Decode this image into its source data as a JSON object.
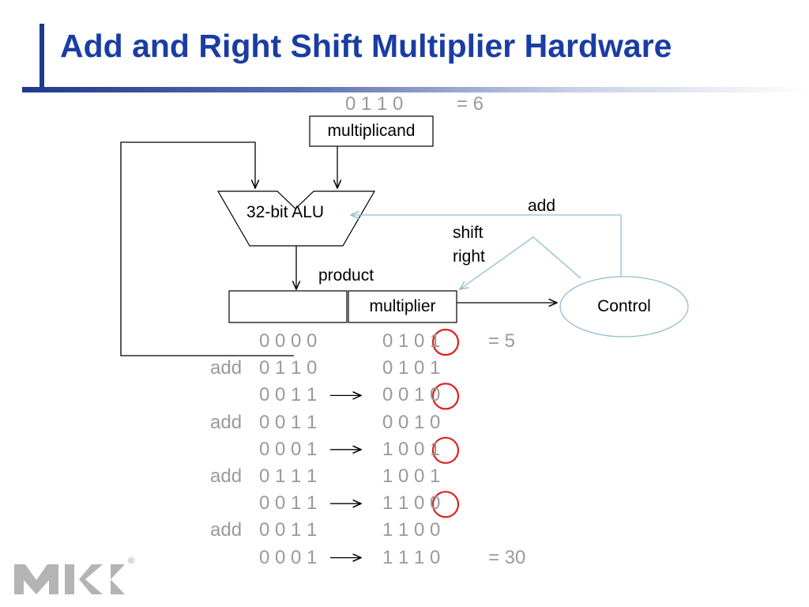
{
  "slide": {
    "title": "Add and Right Shift Multiplier Hardware",
    "colors": {
      "title": "#1a3da3",
      "accent_bar": "#1e3a8a",
      "control_lines": "#8fbfcf",
      "circle": "#e02020",
      "trace_text": "#9a9a9a"
    }
  },
  "diagram": {
    "multiplicand_value": "0 1 1 0",
    "multiplicand_eq": "= 6",
    "multiplicand_label": "multiplicand",
    "alu_label": "32-bit ALU",
    "product_label": "product",
    "multiplier_label": "multiplier",
    "control_label": "Control",
    "add_label": "add",
    "shift_label_1": "shift",
    "shift_label_2": "right"
  },
  "trace": {
    "rows": [
      {
        "op": "",
        "prod": "0 0 0 0",
        "arrow": false,
        "mult": "0 1 0 1",
        "note": "= 5",
        "circled": true
      },
      {
        "op": "add",
        "prod": "0 1 1 0",
        "arrow": false,
        "mult": "0 1 0 1",
        "note": "",
        "circled": false
      },
      {
        "op": "",
        "prod": "0 0 1 1",
        "arrow": true,
        "mult": "0 0 1 0",
        "note": "",
        "circled": true
      },
      {
        "op": "add",
        "prod": "0 0 1 1",
        "arrow": false,
        "mult": "0 0 1 0",
        "note": "",
        "circled": false
      },
      {
        "op": "",
        "prod": "0 0 0 1",
        "arrow": true,
        "mult": "1 0 0 1",
        "note": "",
        "circled": true
      },
      {
        "op": "add",
        "prod": "0 1 1 1",
        "arrow": false,
        "mult": "1 0 0 1",
        "note": "",
        "circled": false
      },
      {
        "op": "",
        "prod": "0 0 1 1",
        "arrow": true,
        "mult": "1 1 0 0",
        "note": "",
        "circled": true
      },
      {
        "op": "add",
        "prod": "0 0 1 1",
        "arrow": false,
        "mult": "1 1 0 0",
        "note": "",
        "circled": false
      },
      {
        "op": "",
        "prod": "0 0 0 1",
        "arrow": true,
        "mult": "1 1 1 0",
        "note": "= 30",
        "circled": false
      }
    ]
  },
  "logo": {
    "icon": "mk-logo",
    "mark": "®"
  }
}
